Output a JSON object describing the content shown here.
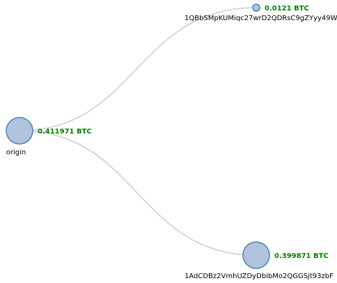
{
  "tree": {
    "root": {
      "label": "origin",
      "amount": "0.411971 BTC",
      "value": 0.411971
    },
    "children": [
      {
        "label": "1QBbSMpKUMiqc27wrD2QDRsC9gZYyy49W",
        "amount": "0.0121 BTC",
        "value": 0.0121
      },
      {
        "label": "1AdCDBz2VmhUZDyDbibMo2QGGSjt93zbF",
        "amount": "0.399871 BTC",
        "value": 0.399871
      }
    ],
    "colors": {
      "node_fill": "#b0c4de",
      "node_stroke": "#4682b4",
      "amount_text": "#008000",
      "link": "#cccccc"
    }
  }
}
